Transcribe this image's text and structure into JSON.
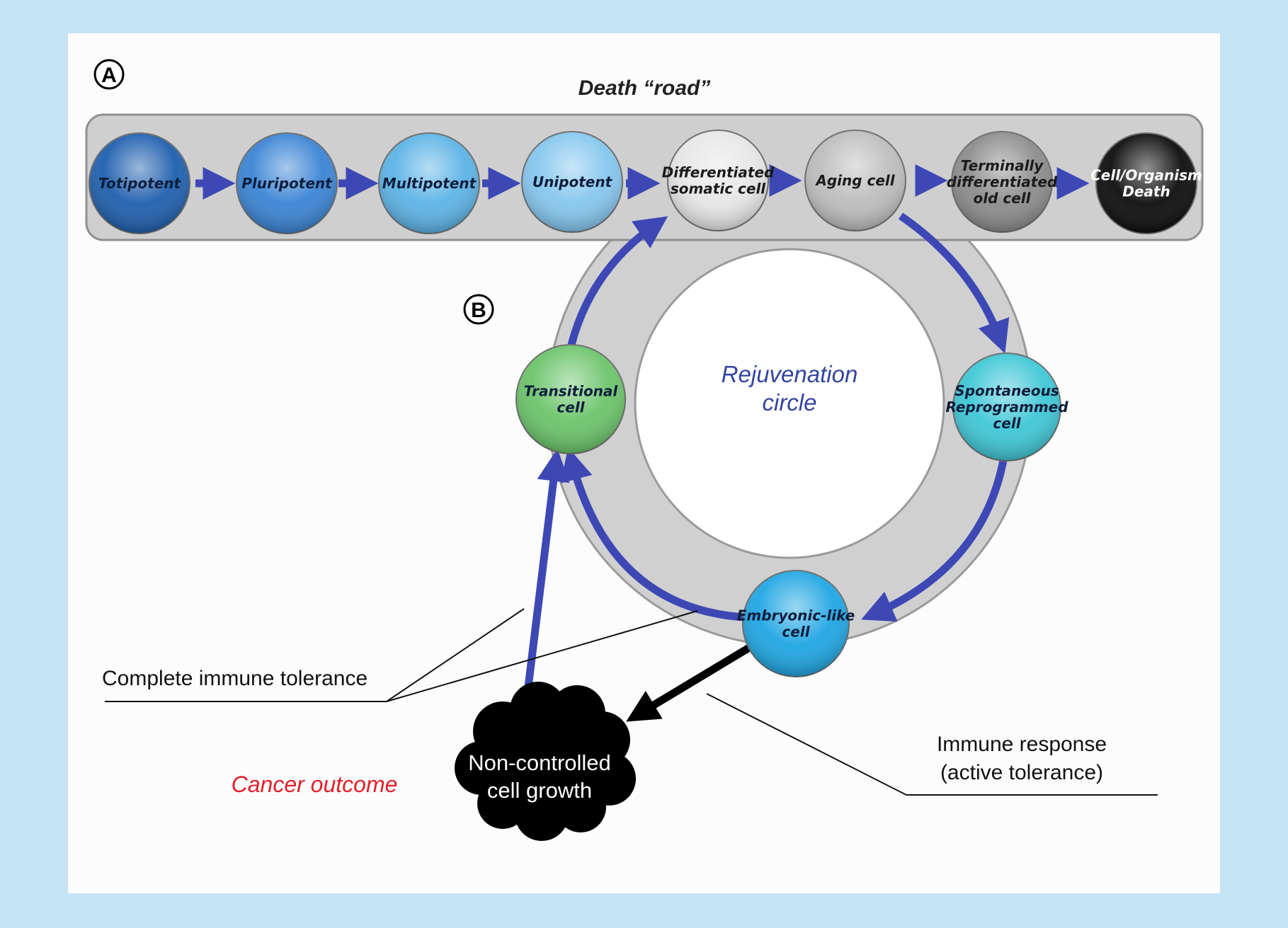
{
  "panel_a": {
    "marker": "A",
    "title": "Death “road”",
    "cells": [
      {
        "lines": [
          "Totipotent"
        ],
        "color": "#1f5fae"
      },
      {
        "lines": [
          "Pluripotent"
        ],
        "color": "#3a84d4"
      },
      {
        "lines": [
          "Multipotent"
        ],
        "color": "#5cb3e6"
      },
      {
        "lines": [
          "Unipotent"
        ],
        "color": "#85c6ee"
      },
      {
        "lines": [
          "Differentiated",
          "somatic cell"
        ],
        "color": "#e6e6e6"
      },
      {
        "lines": [
          "Aging cell"
        ],
        "color": "#bdbdbd"
      },
      {
        "lines": [
          "Terminally",
          "differentiated",
          "old cell"
        ],
        "color": "#8c8c8c"
      },
      {
        "lines": [
          "Cell/Organism",
          "Death"
        ],
        "color": "#0d0d0d"
      }
    ]
  },
  "panel_b": {
    "marker": "B",
    "circle_label": [
      "Rejuvenation",
      "circle"
    ],
    "cells": {
      "spontaneous": {
        "lines": [
          "Spontaneous",
          "Reprogrammed",
          "cell"
        ],
        "color": "#3fc7d6"
      },
      "embryonic": {
        "lines": [
          "Embryonic-like",
          "cell"
        ],
        "color": "#1fa6e3"
      },
      "transitional": {
        "lines": [
          "Transitional",
          "cell"
        ],
        "color": "#6bc46a"
      }
    }
  },
  "outcomes": {
    "cancer_label": "Cancer outcome",
    "growth_lines": [
      "Non-controlled",
      "cell growth"
    ],
    "tolerance_label": "Complete immune tolerance",
    "response_lines": [
      "Immune response",
      "(active tolerance)"
    ]
  },
  "colors": {
    "background": "#c5e3f5",
    "panel": "#fcfcfc",
    "ring": "#cfcfcf",
    "arrow": "#3d48b5",
    "circle_text": "#3344a0",
    "cancer_text": "#e0202a"
  }
}
